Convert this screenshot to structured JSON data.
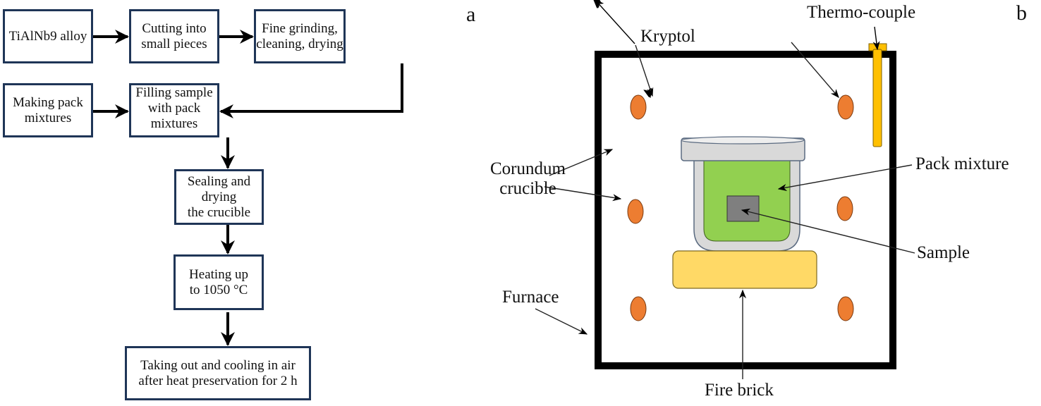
{
  "panel_a": {
    "label": "a",
    "steps": [
      {
        "id": "alloy",
        "text": "TiAlNb9 alloy"
      },
      {
        "id": "cutting",
        "text": "Cutting into\nsmall pieces"
      },
      {
        "id": "grinding",
        "text": "Fine grinding,\ncleaning, drying"
      },
      {
        "id": "pack",
        "text": "Making pack\nmixtures"
      },
      {
        "id": "filling",
        "text": "Filling sample\nwith pack\nmixtures"
      },
      {
        "id": "sealing",
        "text": "Sealing and\ndrying\nthe crucible"
      },
      {
        "id": "heating",
        "text": "Heating up\nto 1050 °C"
      },
      {
        "id": "cooling",
        "text": "Taking out and cooling in air\nafter heat preservation for 2 h"
      }
    ]
  },
  "panel_b": {
    "label": "b",
    "labels": {
      "thermocouple": "Thermo-couple",
      "kryptol": "Kryptol",
      "corundum": "Corundum\ncrucible",
      "pack_mixture": "Pack mixture",
      "sample": "Sample",
      "furnace": "Furnace",
      "fire_brick": "Fire brick"
    },
    "colors": {
      "kryptol": "#ed7d31",
      "thermocouple": "#ffc000",
      "crucible": "#d9d9d9",
      "pack_mixture": "#92d050",
      "sample": "#7f7f7f",
      "fire_brick": "#ffd966",
      "furnace_wall": "#000000"
    }
  }
}
